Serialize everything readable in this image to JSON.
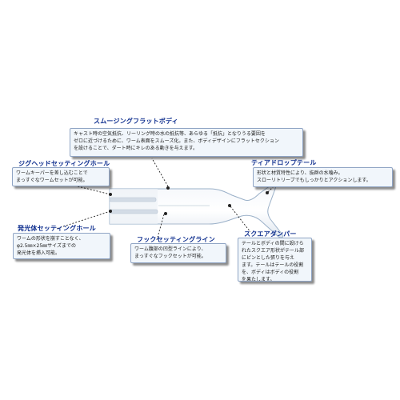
{
  "callouts": {
    "smoothing": {
      "title": "スムージングフラットボディ",
      "text": "キャスト時の空気抵抗、リーリング時の水の抵抗等、あらゆる「抵抗」となりうる要因を\nゼロに近づけるために、ワーム表面をスムーズ化。また、ボディデザインにフラットセクション\nを設けることで、ダート時にキレのある動きを与えます。"
    },
    "jighead": {
      "title": "ジグヘッドセッティングホール",
      "text": "ワームキーパーを差し込むことで\nまっすぐなワームセットが可能。"
    },
    "teardrop": {
      "title": "ティアドロップテール",
      "text": "形状と材質特性により、抜群の水噛み。\nスローリトリーブでもしっかりとアクションします。"
    },
    "glow": {
      "title": "発光体セッティングホール",
      "text": "ワームの形状を崩すことなく、\nφ2.5㎜×25㎜サイズまでの\n発光体を挿入可能。"
    },
    "hook": {
      "title": "フックセッティングライン",
      "text": "ワーム腹部の凹型ラインにより、\nまっすぐなフックセットが可能。"
    },
    "square": {
      "title": "スクエアダンパー",
      "text": "テールとボディの間に設けら\nれたスクエア形状がテール部\nにピンとした張りを与え\nます。テールはテールの役割\nを、ボディはボディの役割\nを果たします。"
    }
  },
  "colors": {
    "title": "#0f2f8f",
    "box_bg": "#f1f6fb",
    "box_border": "#8fa4c4",
    "leader": "#222222",
    "body_outline": "#9ab0c8"
  }
}
